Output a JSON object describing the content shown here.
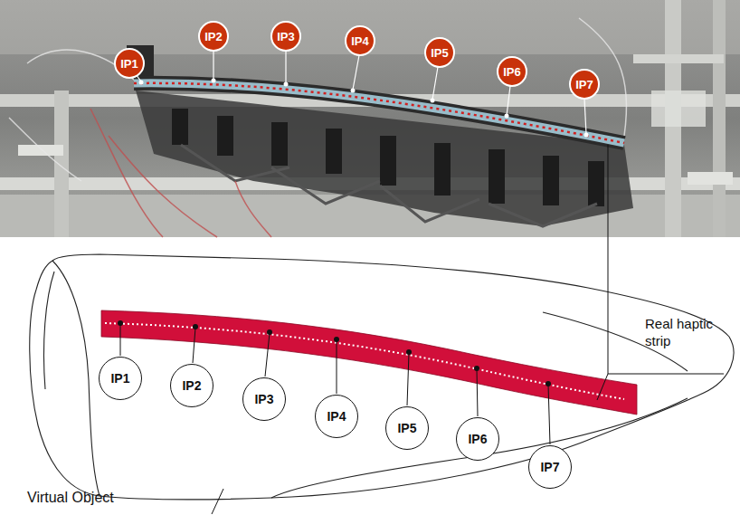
{
  "diagram": {
    "nodes": [
      {
        "text": [
          "IP1"
        ]
      },
      {
        "text": [
          "IP2"
        ]
      },
      {
        "text": [
          "IP3"
        ]
      },
      {
        "text": [
          "IP4"
        ]
      },
      {
        "text": [
          "IP5"
        ]
      },
      {
        "text": [
          "IP6"
        ]
      },
      {
        "text": [
          "IP7"
        ]
      },
      {
        "text": [
          "IP1"
        ]
      },
      {
        "text": [
          "IP2"
        ]
      },
      {
        "text": [
          "IP3"
        ]
      },
      {
        "text": [
          "IP4"
        ]
      },
      {
        "text": [
          "IP5"
        ]
      },
      {
        "text": [
          "IP6"
        ]
      },
      {
        "text": [
          "IP7"
        ]
      }
    ],
    "labels": [
      "Real haptic strip",
      "Virtual Object"
    ]
  }
}
